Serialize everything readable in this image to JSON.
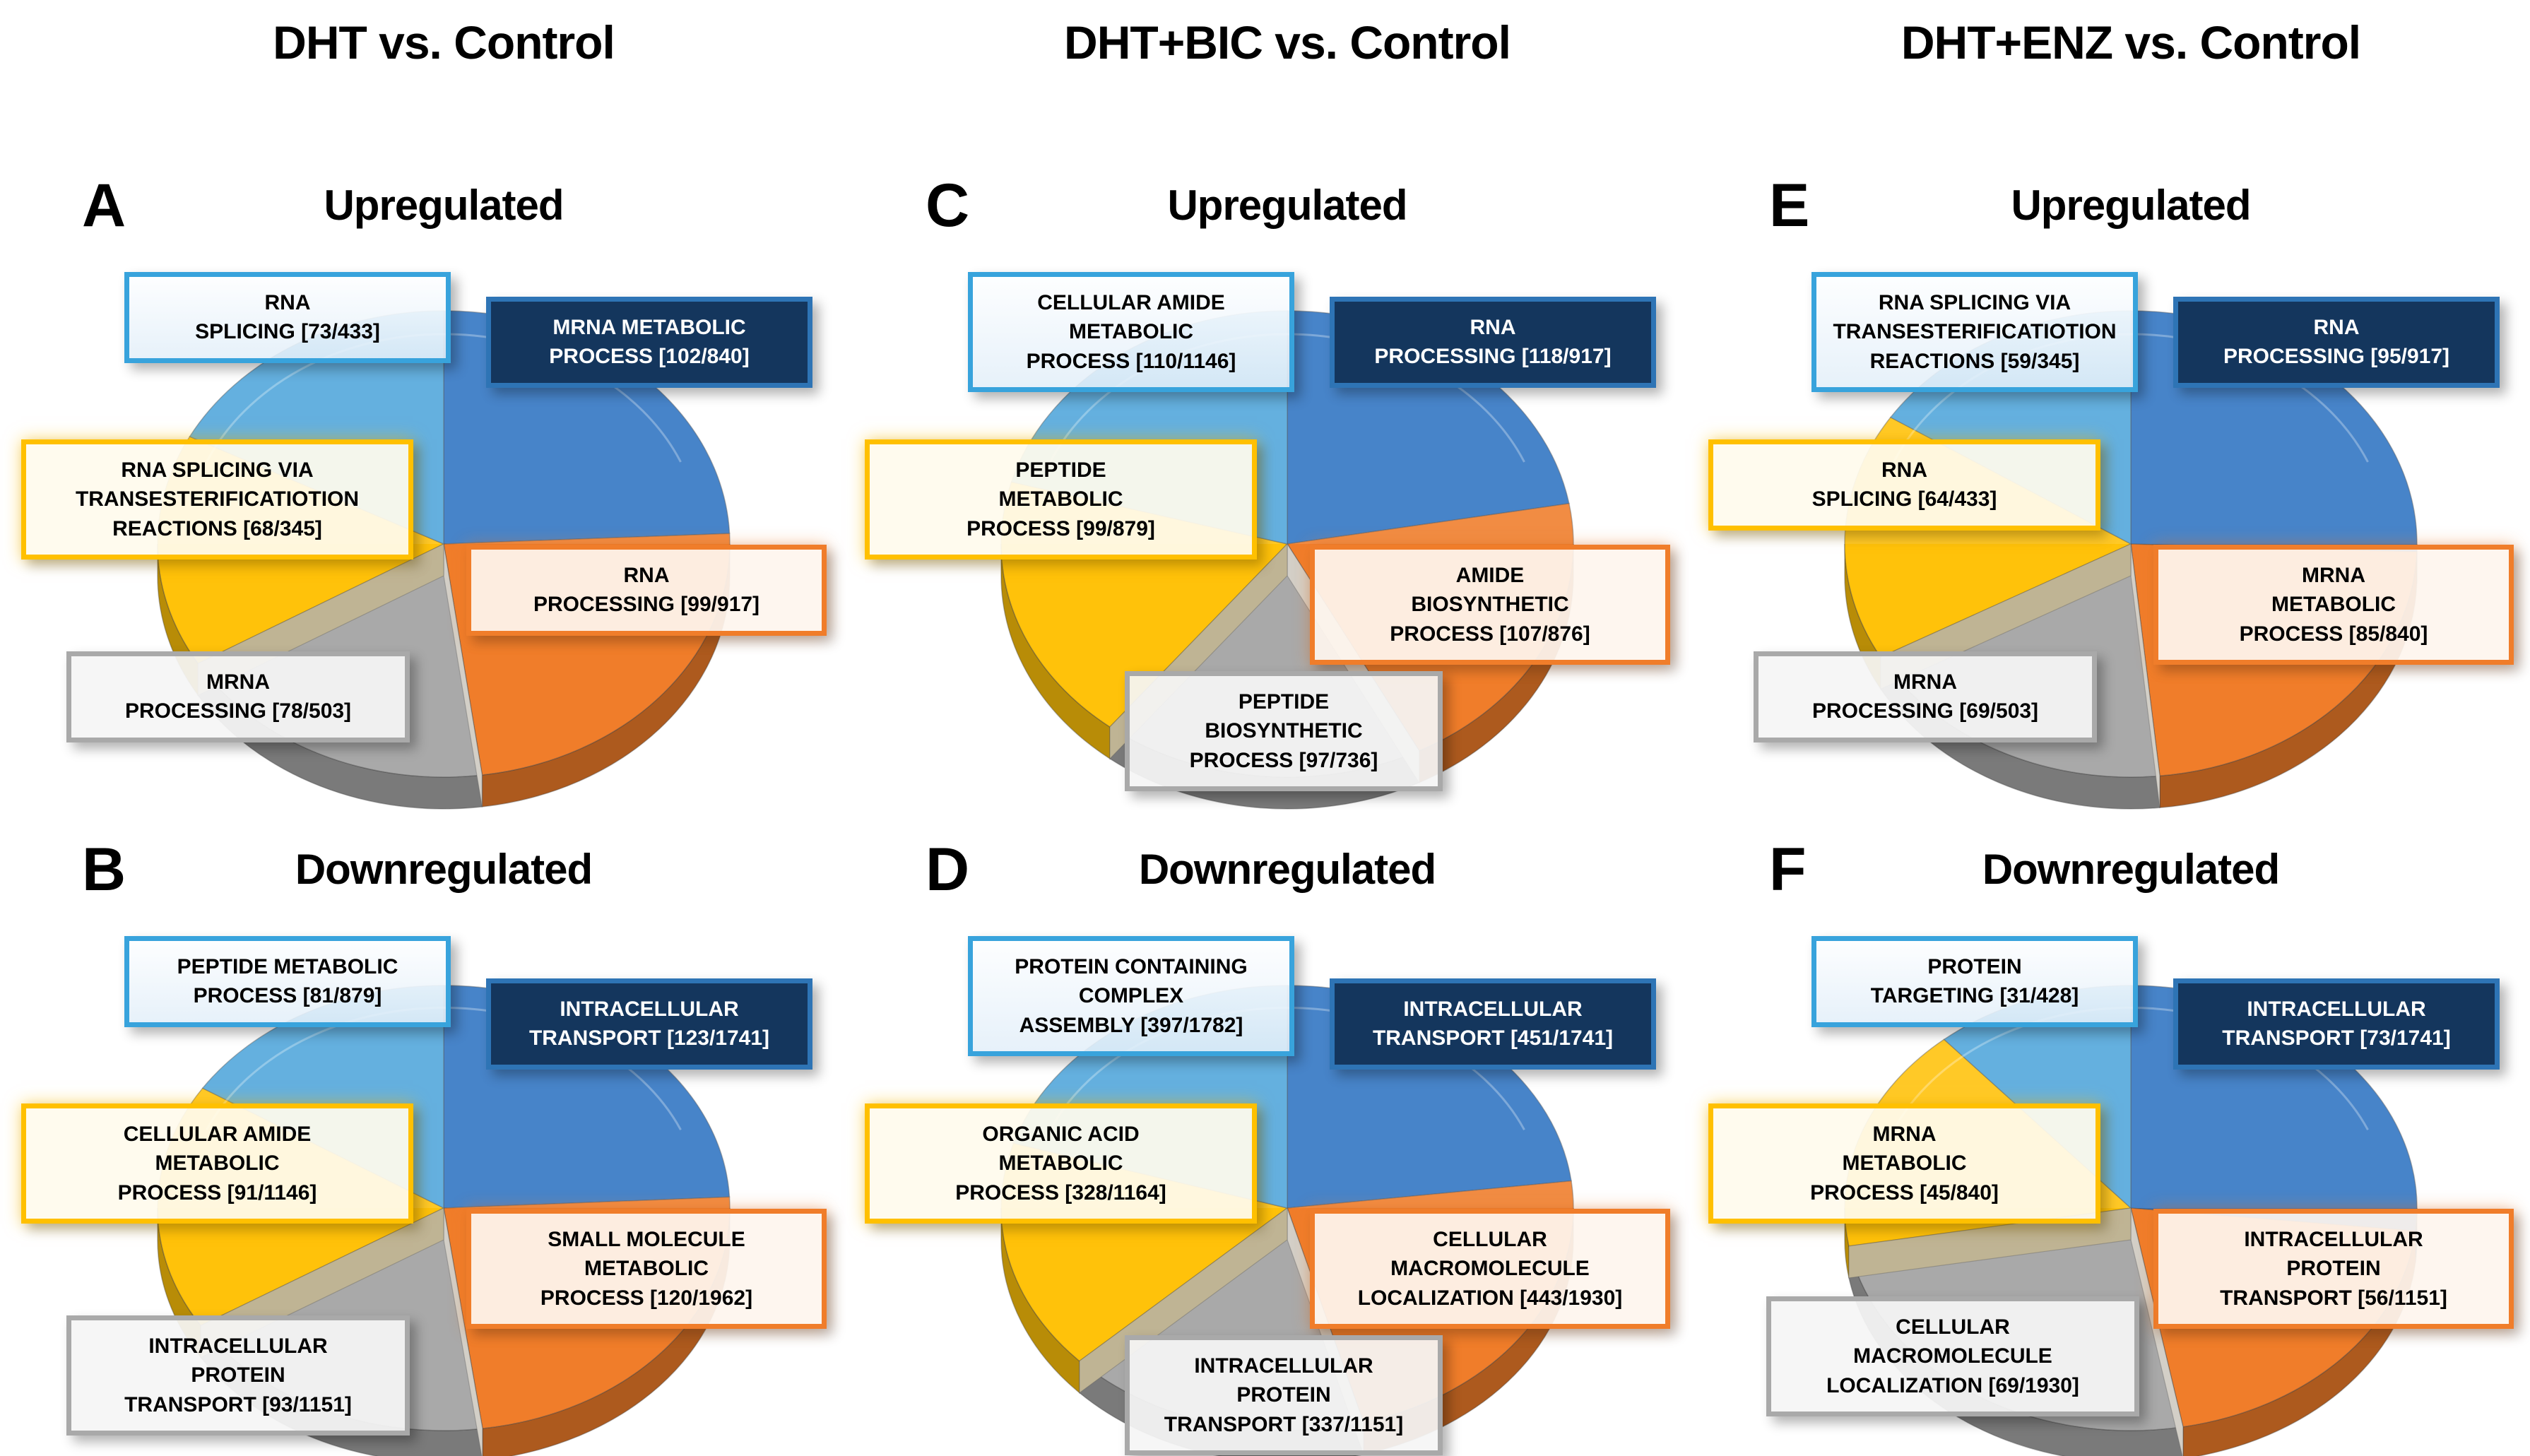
{
  "figure": {
    "columns": [
      "DHT vs. Control",
      "DHT+BIC vs. Control",
      "DHT+ENZ vs. Control"
    ]
  },
  "colors": {
    "navy": "#2E73C2",
    "orange": "#F07D2A",
    "gray": "#A9A9A9",
    "yellow": "#FFC20A",
    "lightblue": "#4FA6DB",
    "navy_box_fill": "#14365D",
    "navy_box_border": "#2E74B5",
    "lightblue_box_border": "#38A3DC",
    "yellow_box_border": "#FFC000",
    "orange_box_border": "#F07D2A",
    "gray_box_border": "#A9A9A9"
  },
  "panels": [
    {
      "letter": "A",
      "subtitle": "Upregulated",
      "comparison": "DHT vs. Control",
      "column": 0,
      "row": 0,
      "slices": [
        {
          "style": "navy",
          "slot": "tr",
          "name": "MRNA METABOLIC PROCESS",
          "count": 102,
          "total": 840,
          "label": "MRNA METABOLIC\nPROCESS [102/840]"
        },
        {
          "style": "orange",
          "slot": "mr",
          "name": "RNA PROCESSING",
          "count": 99,
          "total": 917,
          "label": "RNA\nPROCESSING [99/917]"
        },
        {
          "style": "gray",
          "slot": "bl",
          "name": "MRNA PROCESSING",
          "count": 78,
          "total": 503,
          "label": "MRNA\nPROCESSING [78/503]"
        },
        {
          "style": "yellow",
          "slot": "ml",
          "name": "RNA SPLICING VIA TRANSESTERIFICATIOTION REACTIONS",
          "count": 68,
          "total": 345,
          "label": "RNA SPLICING VIA\nTRANSESTERIFICATIOTION\nREACTIONS [68/345]"
        },
        {
          "style": "lightblue",
          "slot": "tl",
          "name": "RNA SPLICING",
          "count": 73,
          "total": 433,
          "label": "RNA\nSPLICING [73/433]"
        }
      ]
    },
    {
      "letter": "C",
      "subtitle": "Upregulated",
      "comparison": "DHT+BIC vs. Control",
      "column": 1,
      "row": 0,
      "slices": [
        {
          "style": "navy",
          "slot": "tr",
          "name": "RNA PROCESSING",
          "count": 118,
          "total": 917,
          "label": "RNA\nPROCESSING [118/917]"
        },
        {
          "style": "orange",
          "slot": "mr",
          "name": "AMIDE BIOSYNTHETIC PROCESS",
          "count": 107,
          "total": 876,
          "label": "AMIDE\nBIOSYNTHETIC\nPROCESS [107/876]"
        },
        {
          "style": "gray",
          "slot": "bc",
          "name": "PEPTIDE BIOSYNTHETIC PROCESS",
          "count": 97,
          "total": 736,
          "label": "PEPTIDE\nBIOSYNTHETIC\nPROCESS [97/736]"
        },
        {
          "style": "yellow",
          "slot": "ml",
          "name": "PEPTIDE METABOLIC PROCESS",
          "count": 99,
          "total": 879,
          "label": "PEPTIDE\nMETABOLIC\nPROCESS [99/879]"
        },
        {
          "style": "lightblue",
          "slot": "tl",
          "name": "CELLULAR AMIDE METABOLIC PROCESS",
          "count": 110,
          "total": 1146,
          "label": "CELLULAR AMIDE\nMETABOLIC\nPROCESS [110/1146]"
        }
      ]
    },
    {
      "letter": "E",
      "subtitle": "Upregulated",
      "comparison": "DHT+ENZ vs. Control",
      "column": 2,
      "row": 0,
      "slices": [
        {
          "style": "navy",
          "slot": "tr",
          "name": "RNA PROCESSING",
          "count": 95,
          "total": 917,
          "label": "RNA\nPROCESSING [95/917]"
        },
        {
          "style": "orange",
          "slot": "mr",
          "name": "MRNA METABOLIC PROCESS",
          "count": 85,
          "total": 840,
          "label": "MRNA\nMETABOLIC\nPROCESS [85/840]"
        },
        {
          "style": "gray",
          "slot": "bl",
          "name": "MRNA PROCESSING",
          "count": 69,
          "total": 503,
          "label": "MRNA\nPROCESSING [69/503]"
        },
        {
          "style": "yellow",
          "slot": "ml",
          "name": "RNA SPLICING",
          "count": 64,
          "total": 433,
          "label": "RNA\nSPLICING [64/433]"
        },
        {
          "style": "lightblue",
          "slot": "tl",
          "name": "RNA SPLICING VIA TRANSESTERIFICATIOTION REACTIONS",
          "count": 59,
          "total": 345,
          "label": "RNA SPLICING VIA\nTRANSESTERIFICATIOTION\nREACTIONS [59/345]"
        }
      ]
    },
    {
      "letter": "B",
      "subtitle": "Downregulated",
      "comparison": "DHT vs. Control",
      "column": 0,
      "row": 1,
      "slices": [
        {
          "style": "navy",
          "slot": "tr",
          "name": "INTRACELLULAR TRANSPORT",
          "count": 123,
          "total": 1741,
          "label": "INTRACELLULAR\nTRANSPORT [123/1741]"
        },
        {
          "style": "orange",
          "slot": "mr",
          "name": "SMALL MOLECULE METABOLIC PROCESS",
          "count": 120,
          "total": 1962,
          "label": "SMALL MOLECULE\nMETABOLIC\nPROCESS [120/1962]"
        },
        {
          "style": "gray",
          "slot": "bl",
          "name": "INTRACELLULAR PROTEIN TRANSPORT",
          "count": 93,
          "total": 1151,
          "label": "INTRACELLULAR\nPROTEIN\nTRANSPORT [93/1151]"
        },
        {
          "style": "yellow",
          "slot": "ml",
          "name": "CELLULAR AMIDE METABOLIC PROCESS",
          "count": 91,
          "total": 1146,
          "label": "CELLULAR AMIDE\nMETABOLIC\nPROCESS [91/1146]"
        },
        {
          "style": "lightblue",
          "slot": "tl",
          "name": "PEPTIDE METABOLIC PROCESS",
          "count": 81,
          "total": 879,
          "label": "PEPTIDE METABOLIC\nPROCESS [81/879]"
        }
      ]
    },
    {
      "letter": "D",
      "subtitle": "Downregulated",
      "comparison": "DHT+BIC vs. Control",
      "column": 1,
      "row": 1,
      "slices": [
        {
          "style": "navy",
          "slot": "tr",
          "name": "INTRACELLULAR TRANSPORT",
          "count": 451,
          "total": 1741,
          "label": "INTRACELLULAR\nTRANSPORT [451/1741]"
        },
        {
          "style": "orange",
          "slot": "mr",
          "name": "CELLULAR MACROMOLECULE LOCALIZATION",
          "count": 443,
          "total": 1930,
          "label": "CELLULAR\nMACROMOLECULE\nLOCALIZATION [443/1930]"
        },
        {
          "style": "gray",
          "slot": "bc",
          "name": "INTRACELLULAR PROTEIN TRANSPORT",
          "count": 337,
          "total": 1151,
          "label": "INTRACELLULAR\nPROTEIN\nTRANSPORT [337/1151]"
        },
        {
          "style": "yellow",
          "slot": "ml",
          "name": "ORGANIC ACID METABOLIC PROCESS",
          "count": 328,
          "total": 1164,
          "label": "ORGANIC ACID\nMETABOLIC\nPROCESS [328/1164]"
        },
        {
          "style": "lightblue",
          "slot": "tl",
          "name": "PROTEIN CONTAINING COMPLEX ASSEMBLY",
          "count": 397,
          "total": 1782,
          "label": "PROTEIN CONTAINING\nCOMPLEX\nASSEMBLY [397/1782]"
        }
      ]
    },
    {
      "letter": "F",
      "subtitle": "Downregulated",
      "comparison": "DHT+ENZ vs. Control",
      "column": 2,
      "row": 1,
      "slices": [
        {
          "style": "navy",
          "slot": "tr",
          "name": "INTRACELLULAR TRANSPORT",
          "count": 73,
          "total": 1741,
          "label": "INTRACELLULAR\nTRANSPORT [73/1741]"
        },
        {
          "style": "orange",
          "slot": "mr",
          "name": "INTRACELLULAR PROTEIN TRANSPORT",
          "count": 56,
          "total": 1151,
          "label": "INTRACELLULAR\nPROTEIN\nTRANSPORT [56/1151]"
        },
        {
          "style": "gray",
          "slot": "blw",
          "name": "CELLULAR MACROMOLECULE LOCALIZATION",
          "count": 69,
          "total": 1930,
          "label": "CELLULAR\nMACROMOLECULE\nLOCALIZATION [69/1930]"
        },
        {
          "style": "yellow",
          "slot": "ml",
          "name": "MRNA METABOLIC PROCESS",
          "count": 45,
          "total": 840,
          "label": "MRNA\nMETABOLIC\nPROCESS [45/840]"
        },
        {
          "style": "lightblue",
          "slot": "tl",
          "name": "PROTEIN TARGETING",
          "count": 31,
          "total": 428,
          "label": "PROTEIN\nTARGETING [31/428]"
        }
      ]
    }
  ],
  "chart_data": [
    {
      "type": "pie",
      "title": "A — Upregulated (DHT vs. Control)",
      "direction": "Upregulated",
      "comparison": "DHT vs. Control",
      "categories": [
        "MRNA METABOLIC PROCESS",
        "RNA PROCESSING",
        "MRNA PROCESSING",
        "RNA SPLICING VIA TRANSESTERIFICATIOTION REACTIONS",
        "RNA SPLICING"
      ],
      "values": [
        102,
        99,
        78,
        68,
        73
      ],
      "totals": [
        840,
        917,
        503,
        345,
        433
      ],
      "colors": [
        "#2E73C2",
        "#F07D2A",
        "#A9A9A9",
        "#FFC20A",
        "#4FA6DB"
      ],
      "label_format": "NAME [count/total]",
      "legend": "none"
    },
    {
      "type": "pie",
      "title": "C — Upregulated (DHT+BIC vs. Control)",
      "direction": "Upregulated",
      "comparison": "DHT+BIC vs. Control",
      "categories": [
        "RNA PROCESSING",
        "AMIDE BIOSYNTHETIC PROCESS",
        "PEPTIDE BIOSYNTHETIC PROCESS",
        "PEPTIDE METABOLIC PROCESS",
        "CELLULAR AMIDE METABOLIC PROCESS"
      ],
      "values": [
        118,
        107,
        97,
        99,
        110
      ],
      "totals": [
        917,
        876,
        736,
        879,
        1146
      ],
      "colors": [
        "#2E73C2",
        "#F07D2A",
        "#A9A9A9",
        "#FFC20A",
        "#4FA6DB"
      ],
      "label_format": "NAME [count/total]",
      "legend": "none"
    },
    {
      "type": "pie",
      "title": "E — Upregulated (DHT+ENZ vs. Control)",
      "direction": "Upregulated",
      "comparison": "DHT+ENZ vs. Control",
      "categories": [
        "RNA PROCESSING",
        "MRNA METABOLIC PROCESS",
        "MRNA PROCESSING",
        "RNA SPLICING",
        "RNA SPLICING VIA TRANSESTERIFICATIOTION REACTIONS"
      ],
      "values": [
        95,
        85,
        69,
        64,
        59
      ],
      "totals": [
        917,
        840,
        503,
        433,
        345
      ],
      "colors": [
        "#2E73C2",
        "#F07D2A",
        "#A9A9A9",
        "#FFC20A",
        "#4FA6DB"
      ],
      "label_format": "NAME [count/total]",
      "legend": "none"
    },
    {
      "type": "pie",
      "title": "B — Downregulated (DHT vs. Control)",
      "direction": "Downregulated",
      "comparison": "DHT vs. Control",
      "categories": [
        "INTRACELLULAR TRANSPORT",
        "SMALL MOLECULE METABOLIC PROCESS",
        "INTRACELLULAR PROTEIN TRANSPORT",
        "CELLULAR AMIDE METABOLIC PROCESS",
        "PEPTIDE METABOLIC PROCESS"
      ],
      "values": [
        123,
        120,
        93,
        91,
        81
      ],
      "totals": [
        1741,
        1962,
        1151,
        1146,
        879
      ],
      "colors": [
        "#2E73C2",
        "#F07D2A",
        "#A9A9A9",
        "#FFC20A",
        "#4FA6DB"
      ],
      "label_format": "NAME [count/total]",
      "legend": "none"
    },
    {
      "type": "pie",
      "title": "D — Downregulated (DHT+BIC vs. Control)",
      "direction": "Downregulated",
      "comparison": "DHT+BIC vs. Control",
      "categories": [
        "INTRACELLULAR TRANSPORT",
        "CELLULAR MACROMOLECULE LOCALIZATION",
        "INTRACELLULAR PROTEIN TRANSPORT",
        "ORGANIC ACID METABOLIC PROCESS",
        "PROTEIN CONTAINING COMPLEX ASSEMBLY"
      ],
      "values": [
        451,
        443,
        337,
        328,
        397
      ],
      "totals": [
        1741,
        1930,
        1151,
        1164,
        1782
      ],
      "colors": [
        "#2E73C2",
        "#F07D2A",
        "#A9A9A9",
        "#FFC20A",
        "#4FA6DB"
      ],
      "label_format": "NAME [count/total]",
      "legend": "none"
    },
    {
      "type": "pie",
      "title": "F — Downregulated (DHT+ENZ vs. Control)",
      "direction": "Downregulated",
      "comparison": "DHT+ENZ vs. Control",
      "categories": [
        "INTRACELLULAR TRANSPORT",
        "INTRACELLULAR PROTEIN TRANSPORT",
        "CELLULAR MACROMOLECULE LOCALIZATION",
        "MRNA METABOLIC PROCESS",
        "PROTEIN TARGETING"
      ],
      "values": [
        73,
        56,
        69,
        45,
        31
      ],
      "totals": [
        1741,
        1151,
        1930,
        840,
        428
      ],
      "colors": [
        "#2E73C2",
        "#F07D2A",
        "#A9A9A9",
        "#FFC20A",
        "#4FA6DB"
      ],
      "label_format": "NAME [count/total]",
      "legend": "none"
    }
  ]
}
